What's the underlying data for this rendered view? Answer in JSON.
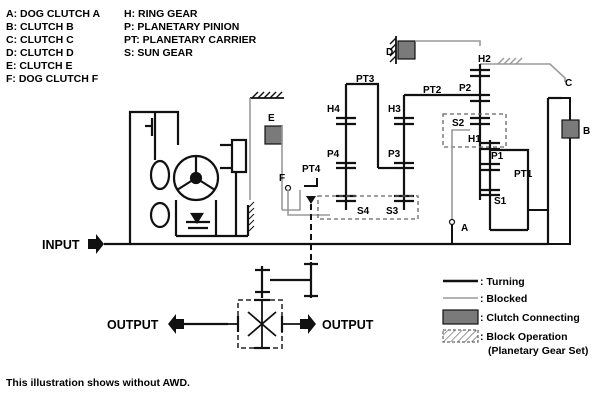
{
  "abbreviations": [
    "A: DOG CLUTCH A",
    "B: CLUTCH B",
    "C: CLUTCH C",
    "D: CLUTCH D",
    "E: CLUTCH E",
    "F: DOG CLUTCH F",
    "H: RING GEAR",
    "P: PLANETARY PINION",
    "PT: PLANETARY CARRIER",
    "S: SUN GEAR"
  ],
  "component_labels": {
    "A": "A",
    "B": "B",
    "C": "C",
    "D": "D",
    "E": "E",
    "F": "F",
    "H1": "H1",
    "H2": "H2",
    "H3": "H3",
    "H4": "H4",
    "P1": "P1",
    "P2": "P2",
    "P3": "P3",
    "P4": "P4",
    "PT1": "PT1",
    "PT2": "PT2",
    "PT3": "PT3",
    "PT4": "PT4",
    "S1": "S1",
    "S2": "S2",
    "S3": "S3",
    "S4": "S4"
  },
  "io_labels": {
    "input": "INPUT",
    "output_left": "OUTPUT",
    "output_right": "OUTPUT"
  },
  "legend": [
    {
      "key": "turning",
      "label": ": Turning"
    },
    {
      "key": "blocked",
      "label": ": Blocked"
    },
    {
      "key": "clutch",
      "label": ": Clutch Connecting"
    },
    {
      "key": "block_op",
      "label": ": Block Operation"
    },
    {
      "key": "block_op_sub",
      "label": "(Planetary Gear Set)"
    }
  ],
  "caption": "This illustration shows without AWD.",
  "colors": {
    "turning": "#111111",
    "blocked": "#9a9a9a",
    "clutch_fill": "#7a7a7a"
  }
}
